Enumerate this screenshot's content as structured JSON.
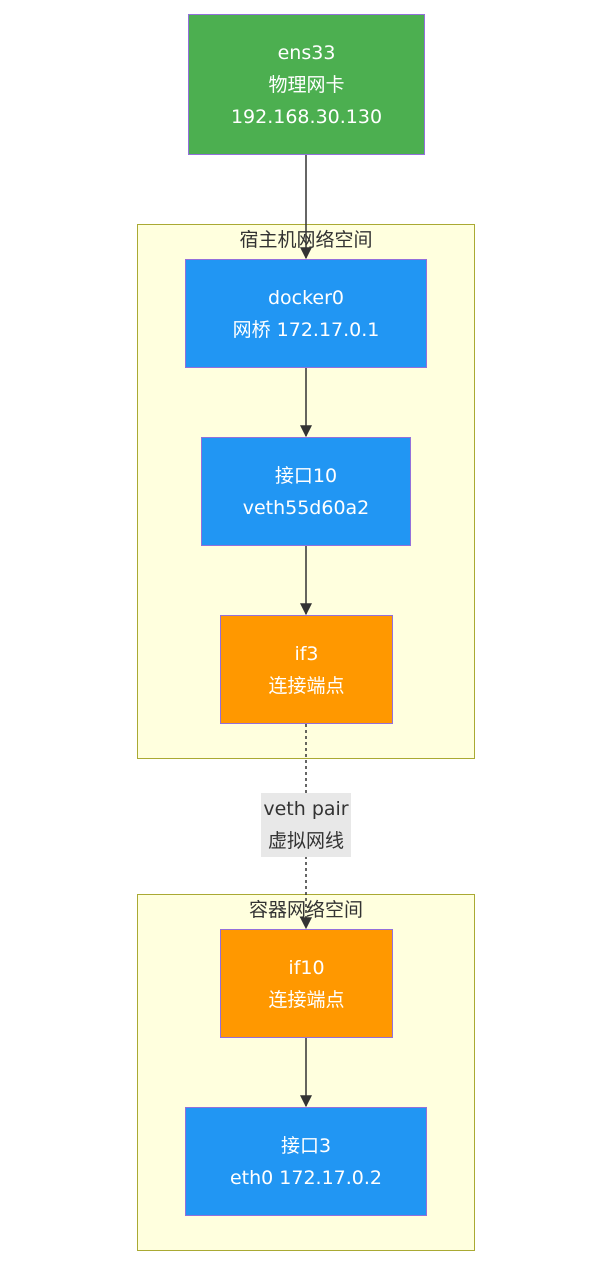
{
  "colors": {
    "green": "#4caf50",
    "blue": "#2196f3",
    "orange": "#ff9800",
    "cluster_fill": "#ffffde",
    "cluster_border": "#aaaa33",
    "node_border": "#9370db",
    "edge": "#333333",
    "edge_label_bg": "#e8e8e8"
  },
  "clusters": {
    "host": {
      "title": "宿主机网络空间"
    },
    "container": {
      "title": "容器网络空间"
    }
  },
  "nodes": {
    "ens33": {
      "line1": "ens33",
      "line2": "物理网卡",
      "line3": "192.168.30.130",
      "color": "green"
    },
    "docker0": {
      "line1": "docker0",
      "line2": "网桥 172.17.0.1",
      "color": "blue"
    },
    "veth_host": {
      "line1": "接口10",
      "line2": "veth55d60a2",
      "color": "blue"
    },
    "if3": {
      "line1": "if3",
      "line2": "连接端点",
      "color": "orange"
    },
    "if10": {
      "line1": "if10",
      "line2": "连接端点",
      "color": "orange"
    },
    "eth0": {
      "line1": "接口3",
      "line2": "eth0 172.17.0.2",
      "color": "blue"
    }
  },
  "edges": [
    {
      "from": "ens33",
      "to": "docker0",
      "style": "solid"
    },
    {
      "from": "docker0",
      "to": "veth_host",
      "style": "solid"
    },
    {
      "from": "veth_host",
      "to": "if3",
      "style": "solid"
    },
    {
      "from": "if3",
      "to": "if10",
      "style": "dotted",
      "label_line1": "veth pair",
      "label_line2": "虚拟网线"
    },
    {
      "from": "if10",
      "to": "eth0",
      "style": "solid"
    }
  ]
}
